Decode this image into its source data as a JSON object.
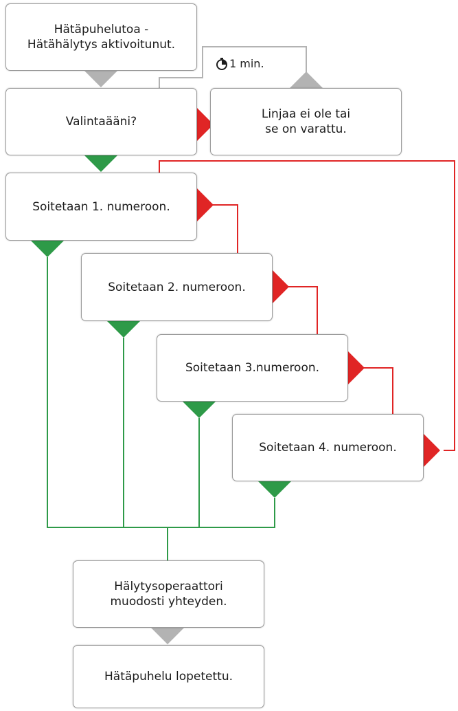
{
  "colors": {
    "green": "#2e9a48",
    "red": "#e02525",
    "gray": "#b3b3b3",
    "box_border": "#9a9a9a"
  },
  "steps": {
    "alarm": {
      "line1": "Hätäpuhelutoa -",
      "line2": "Hätähälytys aktivoitunut."
    },
    "dialtone": {
      "label": "Valintaääni?"
    },
    "busy": {
      "line1": "Linjaa ei ole tai",
      "line2": "se on varattu."
    },
    "call1": {
      "label": "Soitetaan 1. numeroon."
    },
    "call2": {
      "label": "Soitetaan 2. numeroon."
    },
    "call3": {
      "label": "Soitetaan 3.numeroon."
    },
    "call4": {
      "label": "Soitetaan 4. numeroon."
    },
    "operator": {
      "line1": "Hälytysoperaattori",
      "line2": "muodosti yhteyden."
    },
    "end": {
      "label": "Hätäpuhelu lopetettu."
    }
  },
  "timer": {
    "icon": "timer-icon",
    "label": "1 min."
  }
}
